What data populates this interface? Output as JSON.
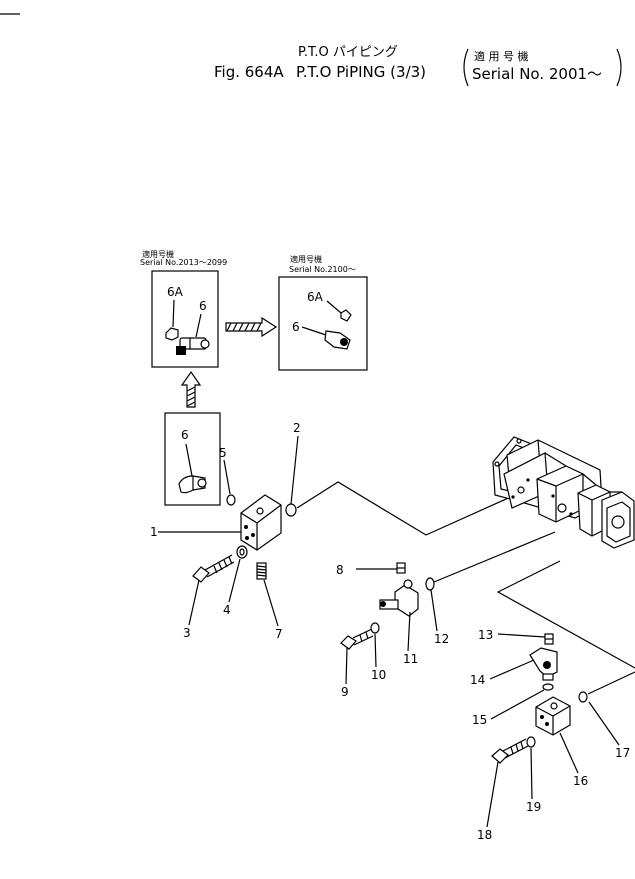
{
  "header": {
    "title_jp": "P.T.O パイピング",
    "fig_label": "Fig. 664A",
    "title_en": "P.T.O PiPING (3/3)",
    "applicability_jp": "適 用 号 機",
    "serial": "Serial No. 2001～"
  },
  "insets": {
    "left_top": {
      "caption_jp": "適用号機",
      "caption_serial": "Serial No.2013～2099",
      "labels": [
        "6A",
        "6"
      ]
    },
    "right_top": {
      "caption_jp": "適用号機",
      "caption_serial": "Serial No.2100～",
      "labels": [
        "6A",
        "6"
      ]
    },
    "bottom": {
      "labels": [
        "6"
      ]
    }
  },
  "callouts": [
    "1",
    "2",
    "3",
    "4",
    "5",
    "7",
    "8",
    "9",
    "10",
    "11",
    "12",
    "13",
    "14",
    "15",
    "16",
    "17",
    "18",
    "19"
  ]
}
